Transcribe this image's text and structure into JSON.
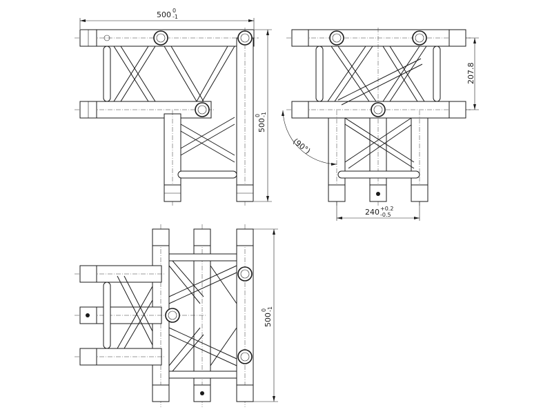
{
  "dimensions": {
    "top_left_width": {
      "value": "500",
      "tol_upper": "0",
      "tol_lower": "-1"
    },
    "top_left_height": {
      "value": "500",
      "tol_upper": "0",
      "tol_lower": "-1"
    },
    "top_right_height": {
      "value": "207.8"
    },
    "top_right_angle": {
      "value": "(90°)"
    },
    "top_right_width": {
      "value": "240",
      "tol_upper": "+0.2",
      "tol_lower": "-0.5"
    },
    "bottom_height": {
      "value": "500",
      "tol_upper": "0",
      "tol_lower": "-1"
    }
  }
}
